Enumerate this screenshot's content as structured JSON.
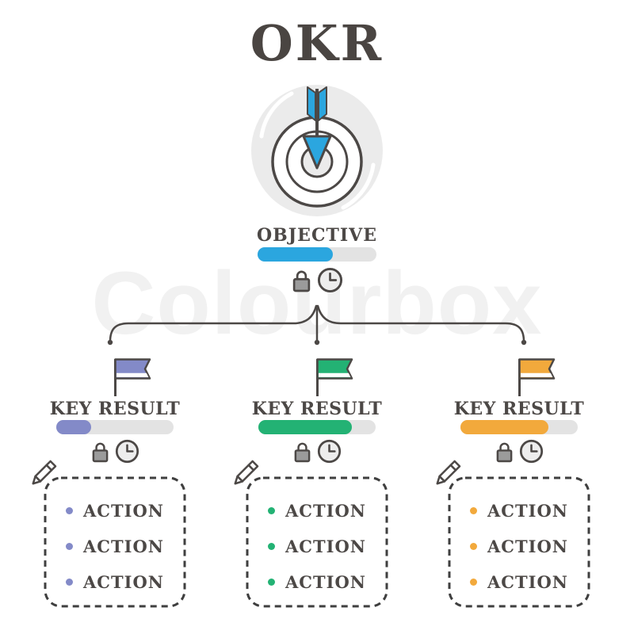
{
  "title": "OKR",
  "watermark": "Colourbox",
  "colors": {
    "accent_blue": "#2ba6df",
    "accent_purple": "#838ac8",
    "accent_green": "#23b274",
    "accent_orange": "#f2a93c",
    "outline_dark": "#4c4846",
    "track_gray": "#e3e3e3",
    "lock_gray": "#9b9b9b",
    "disc_gray": "#ebebeb",
    "watermark_gray": "#f1f1f1"
  },
  "objective": {
    "label": "OBJECTIVE",
    "progress_percent": 63,
    "color": "#2ba6df"
  },
  "key_results": [
    {
      "label": "KEY RESULT",
      "color": "#838ac8",
      "progress_percent": 30,
      "actions": [
        "ACTION",
        "ACTION",
        "ACTION"
      ]
    },
    {
      "label": "KEY RESULT",
      "color": "#23b274",
      "progress_percent": 80,
      "actions": [
        "ACTION",
        "ACTION",
        "ACTION"
      ]
    },
    {
      "label": "KEY RESULT",
      "color": "#f2a93c",
      "progress_percent": 75,
      "actions": [
        "ACTION",
        "ACTION",
        "ACTION"
      ]
    }
  ]
}
